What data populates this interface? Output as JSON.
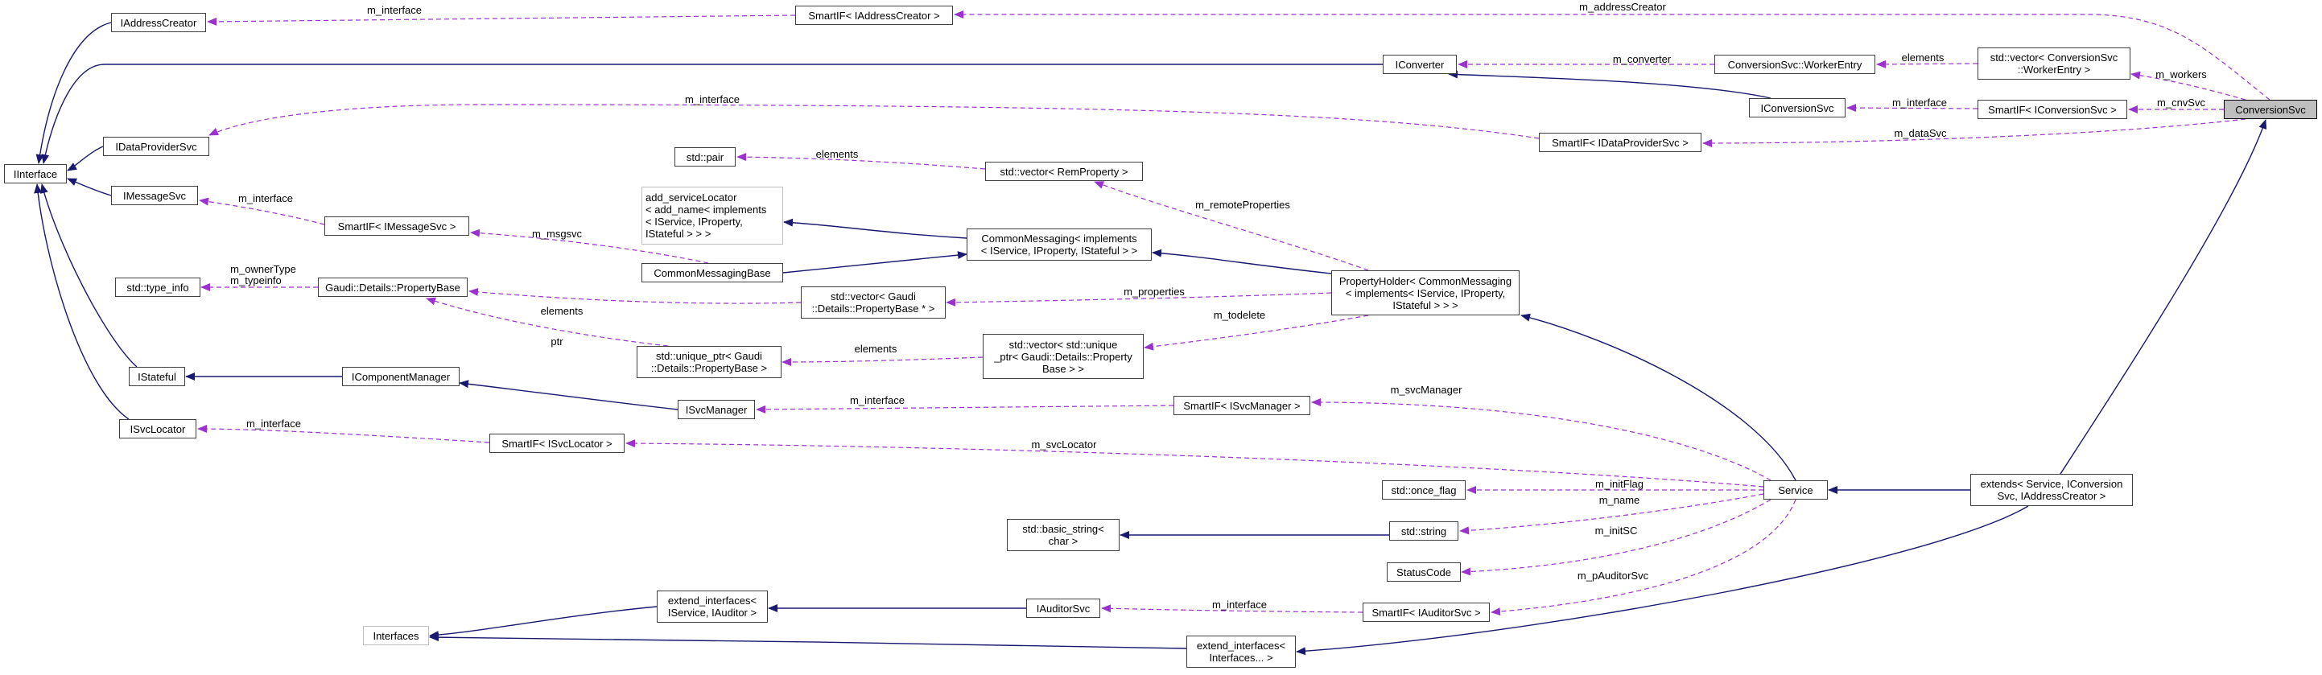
{
  "nodes": {
    "IAddressCreator": "IAddressCreator",
    "IInterface": "IInterface",
    "IDataProviderSvc": "IDataProviderSvc",
    "IMessageSvc": "IMessageSvc",
    "type_info": "std::type_info",
    "IStateful": "IStateful",
    "ISvcLocator": "ISvcLocator",
    "Interfaces": "Interfaces",
    "SmartIF_IAddressCreator": "SmartIF< IAddressCreator >",
    "IConverter": "IConverter",
    "WorkerEntry": "ConversionSvc::WorkerEntry",
    "vector_WorkerEntry": "std::vector< ConversionSvc\n::WorkerEntry >",
    "ConversionSvc": "ConversionSvc",
    "IConversionSvc": "IConversionSvc",
    "SmartIF_IConversionSvc": "SmartIF< IConversionSvc >",
    "SmartIF_IDataProviderSvc": "SmartIF< IDataProviderSvc >",
    "pair": "std::pair",
    "vector_RemProperty": "std::vector< RemProperty >",
    "add_serviceLocator": "add_serviceLocator\n< add_name< implements\n< IService, IProperty,\nIStateful > > >",
    "SmartIF_IMessageSvc": "SmartIF< IMessageSvc >",
    "CommonMessaging_impl": "CommonMessaging< implements\n< IService, IProperty, IStateful > >",
    "CommonMessagingBase": "CommonMessagingBase",
    "PropertyHolder": "PropertyHolder< CommonMessaging\n< implements< IService, IProperty,\nIStateful > > >",
    "PropertyBase": "Gaudi::Details::PropertyBase",
    "vector_PropertyBase_ptr": "std::vector< Gaudi\n::Details::PropertyBase * >",
    "unique_ptr_PropertyBase": "std::unique_ptr< Gaudi\n::Details::PropertyBase >",
    "vector_unique_ptr": "std::vector< std::unique\n_ptr< Gaudi::Details::Property\nBase > >",
    "IComponentManager": "IComponentManager",
    "ISvcManager": "ISvcManager",
    "SmartIF_ISvcManager": "SmartIF< ISvcManager >",
    "SmartIF_ISvcLocator": "SmartIF< ISvcLocator >",
    "once_flag": "std::once_flag",
    "basic_string": "std::basic_string<\nchar >",
    "string": "std::string",
    "StatusCode": "StatusCode",
    "Service": "Service",
    "extends": "extends< Service, IConversion\nSvc, IAddressCreator >",
    "extend_interfaces_IService": "extend_interfaces<\nIService, IAuditor >",
    "IAuditorSvc": "IAuditorSvc",
    "SmartIF_IAuditorSvc": "SmartIF< IAuditorSvc >",
    "extend_interfaces_Interfaces": "extend_interfaces<\nInterfaces... >"
  },
  "edge_labels": {
    "m_interface": "m_interface",
    "m_addressCreator": "m_addressCreator",
    "m_converter": "m_converter",
    "elements": "elements",
    "m_workers": "m_workers",
    "m_cnvSvc": "m_cnvSvc",
    "m_dataSvc": "m_dataSvc",
    "m_msgsvc": "m_msgsvc",
    "m_remoteProperties": "m_remoteProperties",
    "m_owner_type": "m_ownerType\nm_typeinfo",
    "m_properties": "m_properties",
    "ptr": "ptr",
    "m_todelete": "m_todelete",
    "m_svcManager": "m_svcManager",
    "m_svcLocator": "m_svcLocator",
    "m_initFlag": "m_initFlag",
    "m_name": "m_name",
    "m_initSC": "m_initSC",
    "m_pAuditorSvc": "m_pAuditorSvc"
  },
  "colors": {
    "inheritance": "#191970",
    "usage": "#9a32cd",
    "highlight_fill": "#bfbfbf"
  }
}
